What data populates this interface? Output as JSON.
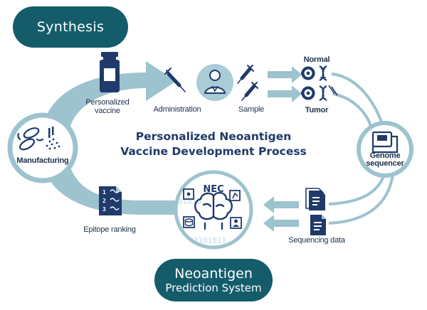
{
  "pills": {
    "synthesis": "Synthesis",
    "neoantigen_line1": "Neoantigen",
    "neoantigen_line2": "Prediction System"
  },
  "title": {
    "line1": "Personalized Neoantigen",
    "line2": "Vaccine Development Process"
  },
  "labels": {
    "personalized_vaccine_1": "Personalized",
    "personalized_vaccine_2": "vaccine",
    "administration": "Administration",
    "sample": "Sample",
    "normal": "Normal",
    "tumor": "Tumor",
    "manufacturing": "Manufacturing",
    "genome_1": "Genome",
    "genome_2": "sequencer",
    "nec": "NEC",
    "epitope_ranking": "Epitope ranking",
    "sequencing_data": "Sequencing data",
    "binary_1": "01010",
    "binary_2": "1010101011"
  },
  "ranking_list": [
    "1",
    "2",
    "3"
  ],
  "colors": {
    "teal_dark": "#155c6b",
    "flow": "#9cc3ce",
    "navy": "#1f3a6b",
    "text": "#1c2f4a"
  }
}
